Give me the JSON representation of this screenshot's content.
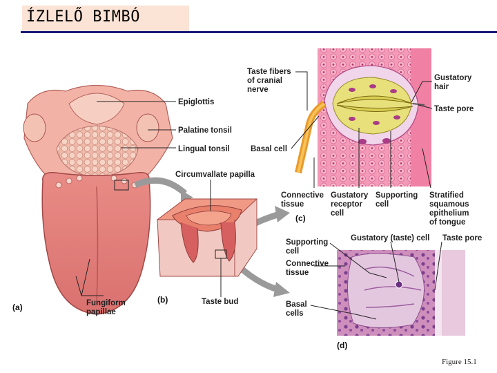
{
  "slide": {
    "title": "ÍZLELŐ BIMBÓ",
    "figure_note": "Figure 15.1"
  },
  "panels": {
    "a": "(a)",
    "b": "(b)",
    "c": "(c)",
    "d": "(d)"
  },
  "labels": {
    "epiglottis": "Epiglottis",
    "palatine_tonsil": "Palatine tonsil",
    "lingual_tonsil": "Lingual tonsil",
    "circumvallate_papilla": "Circumvallate papilla",
    "fungiform_papillae": [
      "Fungiform",
      "papillae"
    ],
    "taste_bud": "Taste bud",
    "taste_fibers": [
      "Taste fibers",
      "of cranial",
      "nerve"
    ],
    "basal_cell": "Basal cell",
    "gustatory_hair": [
      "Gustatory",
      "hair"
    ],
    "taste_pore_c": "Taste pore",
    "connective_tissue_c": [
      "Connective",
      "tissue"
    ],
    "gustatory_receptor_cell": [
      "Gustatory",
      "receptor",
      "cell"
    ],
    "supporting_cell_c": [
      "Supporting",
      "cell"
    ],
    "stratified_epithelium": [
      "Stratified",
      "squamous",
      "epithelium",
      "of tongue"
    ],
    "supporting_cell_d": [
      "Supporting",
      "cell"
    ],
    "gustatory_taste_cell": "Gustatory (taste) cell",
    "taste_pore_d": "Taste pore",
    "connective_tissue_d": [
      "Connective",
      "tissue"
    ],
    "basal_cells": [
      "Basal",
      "cells"
    ]
  }
}
